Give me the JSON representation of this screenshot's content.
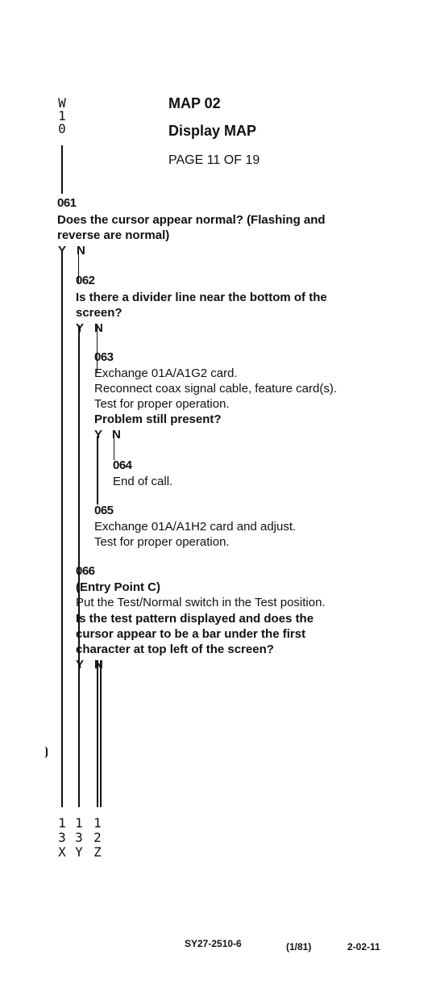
{
  "header": {
    "entry_connector": [
      "W",
      "1",
      "0"
    ],
    "map_title": "MAP 02",
    "map_name": "Display MAP",
    "page_label": "PAGE  11  OF  19"
  },
  "steps": {
    "s061": {
      "number": "061",
      "question_lines": [
        "Does the cursor appear normal? (Flashing and",
        "reverse are normal)"
      ],
      "yes": "Y",
      "no": "N"
    },
    "s062": {
      "number": "062",
      "question_lines": [
        "Is there a divider line near the bottom of the",
        "screen?"
      ],
      "yes": "Y",
      "no": "N"
    },
    "s063": {
      "number": "063",
      "action_lines": [
        "Exchange 01A/A1G2 card.",
        "Reconnect coax signal cable, feature card(s).",
        "Test for proper operation."
      ],
      "question": "Problem still present?",
      "yes": "Y",
      "no": "N"
    },
    "s064": {
      "number": "064",
      "action": "End of call."
    },
    "s065": {
      "number": "065",
      "action_lines": [
        "Exchange 01A/A1H2 card and adjust.",
        "Test for proper operation."
      ]
    },
    "s066": {
      "number": "066",
      "entry_point": "(Entry Point C)",
      "action": "Put the Test/Normal switch in the Test position.",
      "question_lines": [
        "Is the test pattern displayed and does the",
        "cursor appear to be a bar under the first",
        "character at top left of the screen?"
      ],
      "yes": "Y",
      "no": "N"
    }
  },
  "exit_connectors": [
    {
      "chars": [
        "1",
        "3",
        "X"
      ]
    },
    {
      "chars": [
        "1",
        "3",
        "Y"
      ]
    },
    {
      "chars": [
        "1",
        "2",
        "Z"
      ]
    }
  ],
  "footer": {
    "doc_number": "SY27-2510-6",
    "date": "(1/81)",
    "page_number": "2-02-11"
  }
}
